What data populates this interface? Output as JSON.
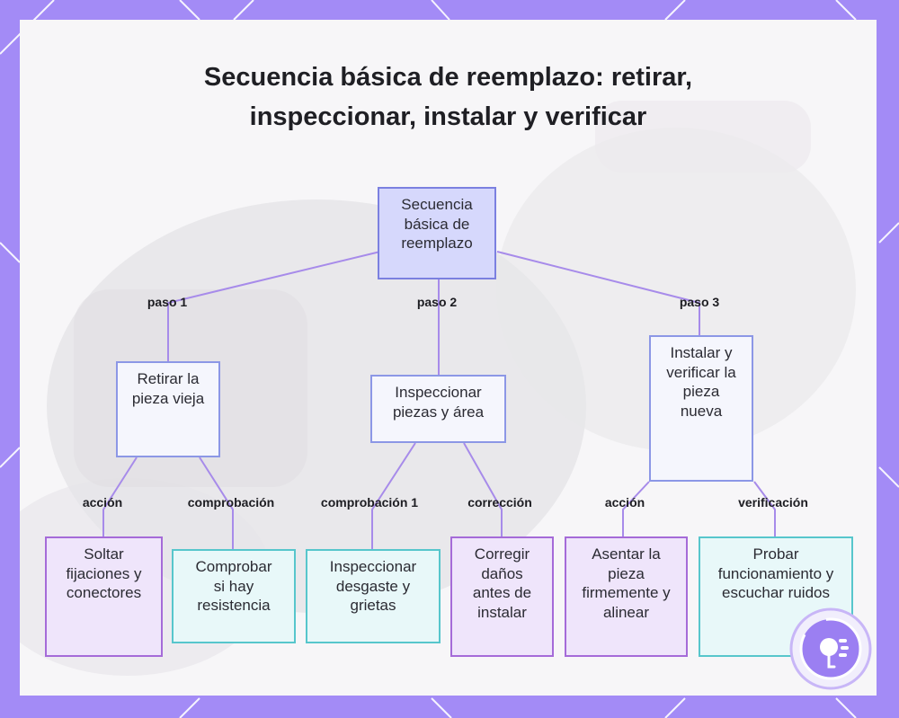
{
  "title": "Secuencia básica de reemplazo: retirar, inspeccionar, instalar y verificar",
  "colors": {
    "frame": "#a38bf6",
    "edge": "#a78bea",
    "root_fill": "#d6d8fc",
    "step_fill": "#f5f6fd",
    "purple_border": "#a56bd8",
    "cyan_border": "#57c6cc"
  },
  "nodes": {
    "root": "Secuencia básica de reemplazo",
    "step1": "Retirar la pieza vieja",
    "step2": "Inspeccionar piezas y área",
    "step3": "Instalar y verificar la pieza nueva",
    "s1_action": "Soltar fijaciones y conectores",
    "s1_check": "Comprobar si hay resistencia",
    "s2_check": "Inspeccionar desgaste y grietas",
    "s2_fix": "Corregir daños antes de instalar",
    "s3_action": "Asentar la pieza firmemente y alinear",
    "s3_verify": "Probar funcionamiento y escuchar ruidos"
  },
  "edge_labels": {
    "paso1": "paso 1",
    "paso2": "paso 2",
    "paso3": "paso 3",
    "accion1": "acción",
    "comprobacion": "comprobación",
    "comprobacion1": "comprobación 1",
    "correccion": "corrección",
    "accion3": "acción",
    "verificacion": "verificación"
  },
  "icons": {
    "brand_logo": "brand-logo-icon"
  }
}
